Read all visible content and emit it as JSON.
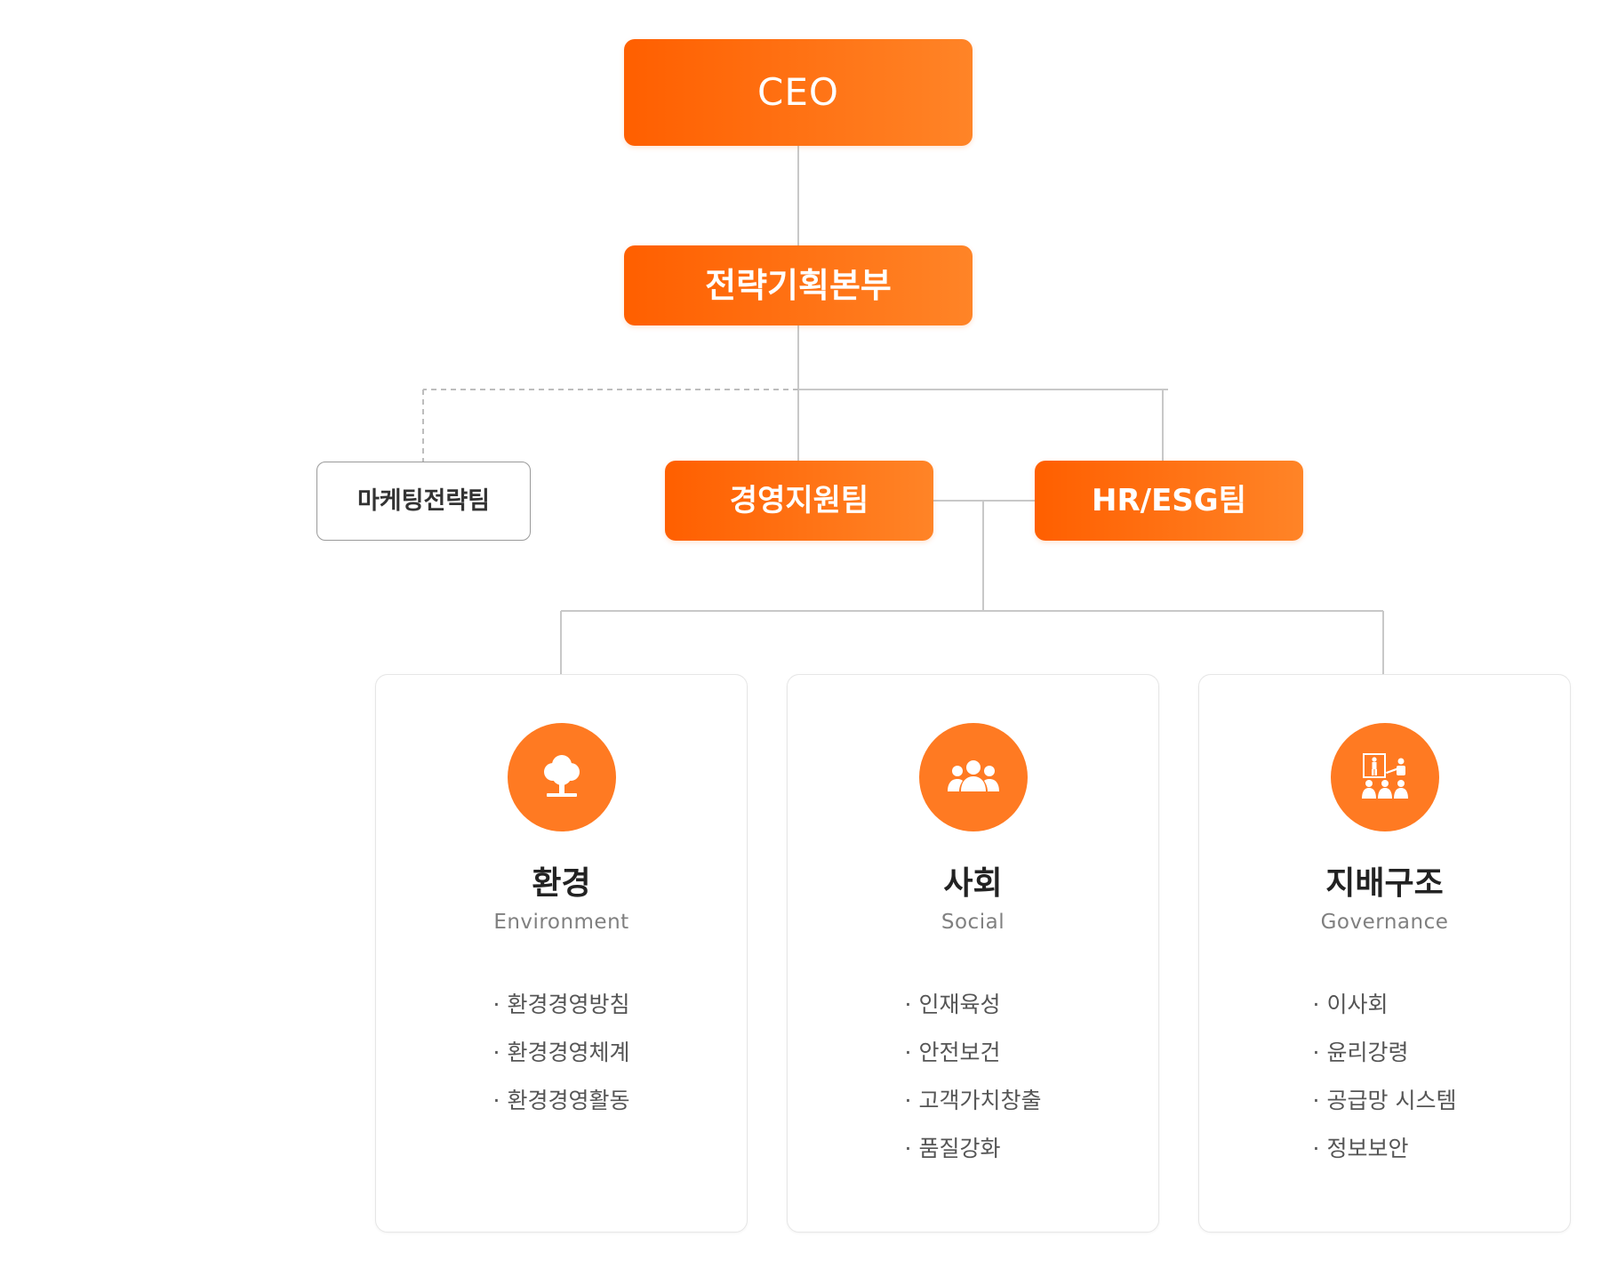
{
  "nodes": {
    "ceo": "CEO",
    "strategy_hq": "전략기획본부",
    "marketing_team": "마케팅전략팀",
    "management_team": "경영지원팀",
    "hr_esg_team": "HR/ESG팀"
  },
  "colors": {
    "accent": "#ff6a10",
    "gradient_start": "#ff5f00",
    "gradient_end": "#ff8427",
    "line": "#c8c8c8"
  },
  "pillars": [
    {
      "icon": "tree-icon",
      "title": "환경",
      "subtitle": "Environment",
      "items": [
        "환경경영방침",
        "환경경영체계",
        "환경경영활동"
      ]
    },
    {
      "icon": "people-group-icon",
      "title": "사회",
      "subtitle": "Social",
      "items": [
        "인재육성",
        "안전보건",
        "고객가치창출",
        "품질강화"
      ]
    },
    {
      "icon": "presentation-meeting-icon",
      "title": "지배구조",
      "subtitle": "Governance",
      "items": [
        "이사회",
        "윤리강령",
        "공급망 시스템",
        "정보보안"
      ]
    }
  ]
}
